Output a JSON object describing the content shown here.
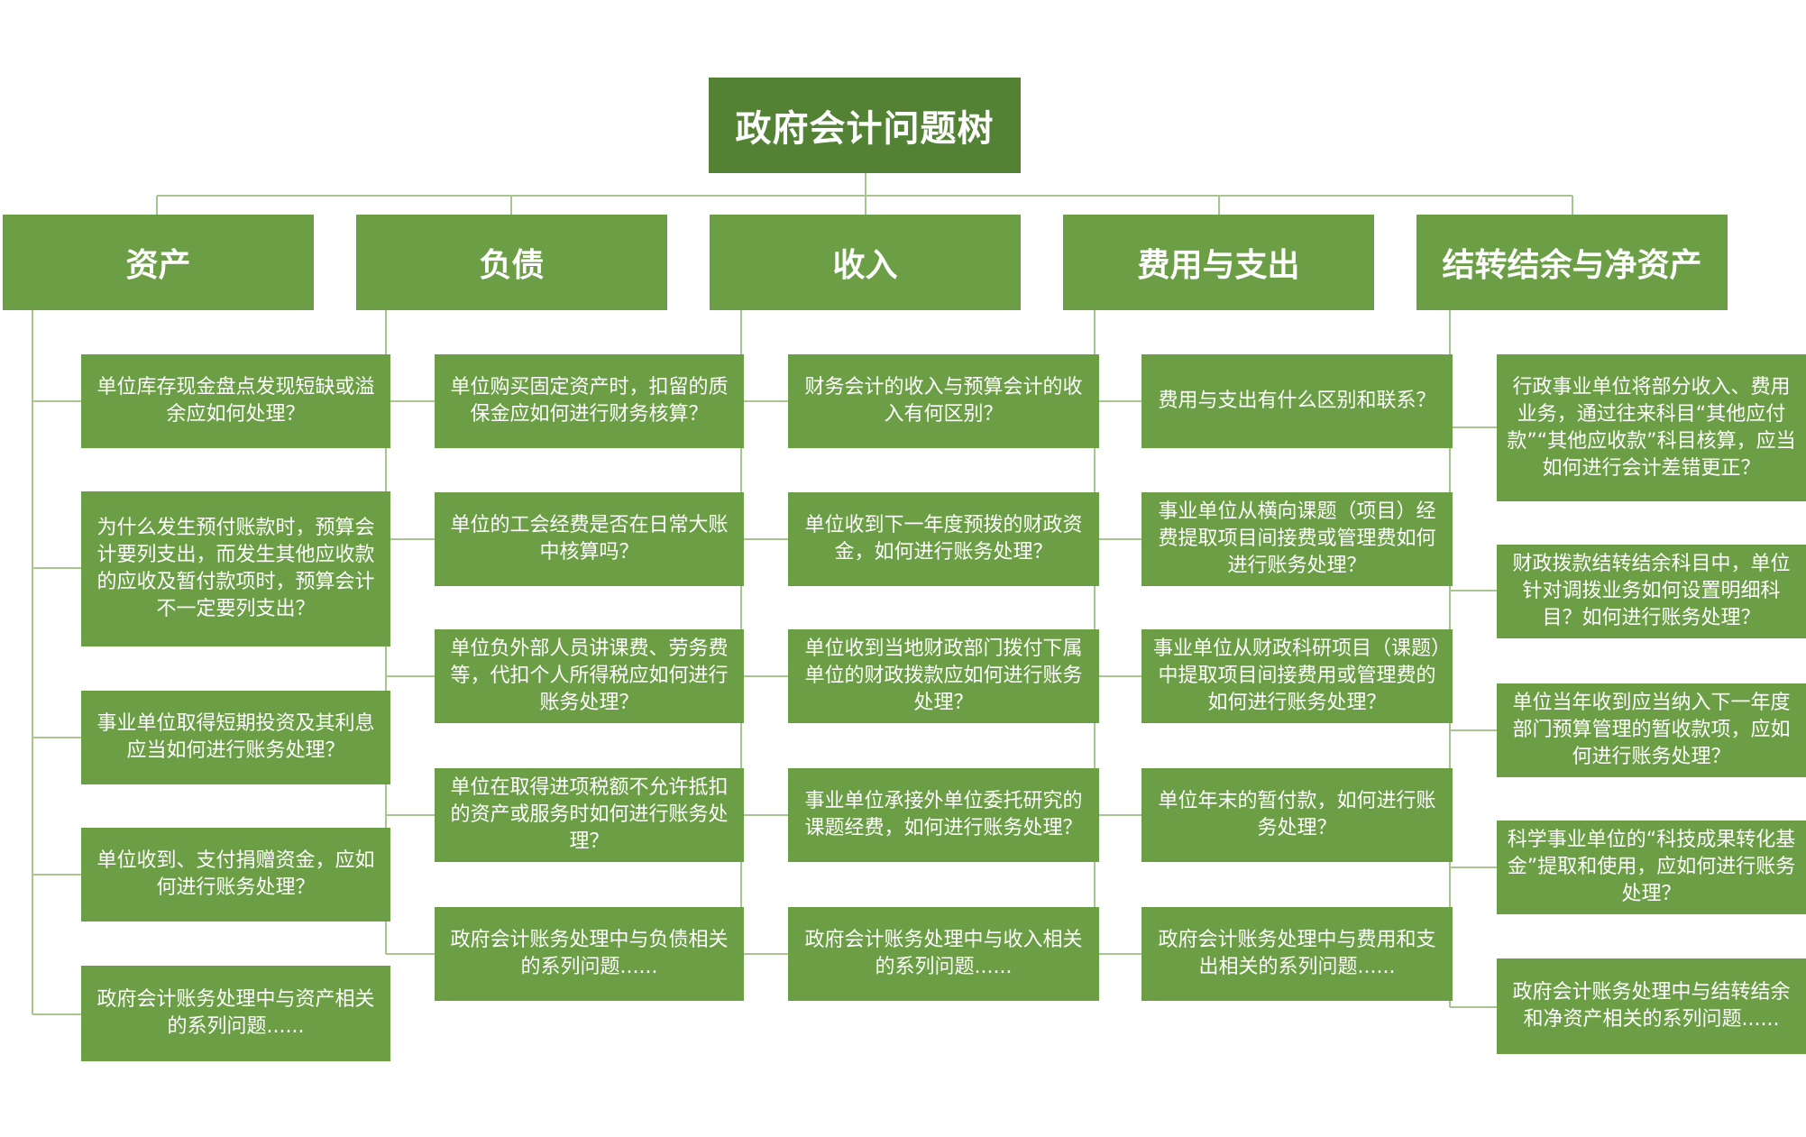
{
  "root": {
    "title": "政府会计问题树"
  },
  "colors": {
    "box_fill": "#6b9e45",
    "root_fill": "#548235",
    "connector": "#a9c58f",
    "text": "#ffffff"
  },
  "categories": [
    {
      "title": "资产",
      "items": [
        "单位库存现金盘点发现短缺或溢余应如何处理？",
        "为什么发生预付账款时，预算会计要列支出，而发生其他应收款的应收及暂付款项时，预算会计不一定要列支出？",
        "事业单位取得短期投资及其利息应当如何进行账务处理？",
        "单位收到、支付捐赠资金，应如何进行账务处理？",
        "政府会计账务处理中与资产相关的系列问题......"
      ]
    },
    {
      "title": "负债",
      "items": [
        "单位购买固定资产时，扣留的质保金应如何进行财务核算？",
        "单位的工会经费是否在日常大账中核算吗？",
        "单位负外部人员讲课费、劳务费等，代扣个人所得税应如何进行账务处理？",
        "单位在取得进项税额不允许抵扣的资产或服务时如何进行账务处理？",
        "政府会计账务处理中与负债相关的系列问题......"
      ]
    },
    {
      "title": "收入",
      "items": [
        "财务会计的收入与预算会计的收入有何区别？",
        "单位收到下一年度预拨的财政资金，如何进行账务处理？",
        "单位收到当地财政部门拨付下属单位的财政拨款应如何进行账务处理？",
        "事业单位承接外单位委托研究的课题经费，如何进行账务处理？",
        "政府会计账务处理中与收入相关的系列问题......"
      ]
    },
    {
      "title": "费用与支出",
      "items": [
        "费用与支出有什么区别和联系？",
        "事业单位从横向课题（项目）经费提取项目间接费或管理费如何进行账务处理？",
        "事业单位从财政科研项目（课题）中提取项目间接费用或管理费的如何进行账务处理？",
        "单位年末的暂付款，如何进行账务处理？",
        "政府会计账务处理中与费用和支出相关的系列问题......"
      ]
    },
    {
      "title": "结转结余与净资产",
      "items": [
        "行政事业单位将部分收入、费用业务，通过往来科目“其他应付款”“其他应收款”科目核算，应当如何进行会计差错更正？",
        "财政拨款结转结余科目中，单位针对调拨业务如何设置明细科目？如何进行账务处理？",
        "单位当年收到应当纳入下一年度部门预算管理的暂收款项，应如何进行账务处理？",
        "科学事业单位的“科技成果转化基金”提取和使用，应如何进行账务处理？",
        "政府会计账务处理中与结转结余和净资产相关的系列问题......"
      ]
    }
  ]
}
